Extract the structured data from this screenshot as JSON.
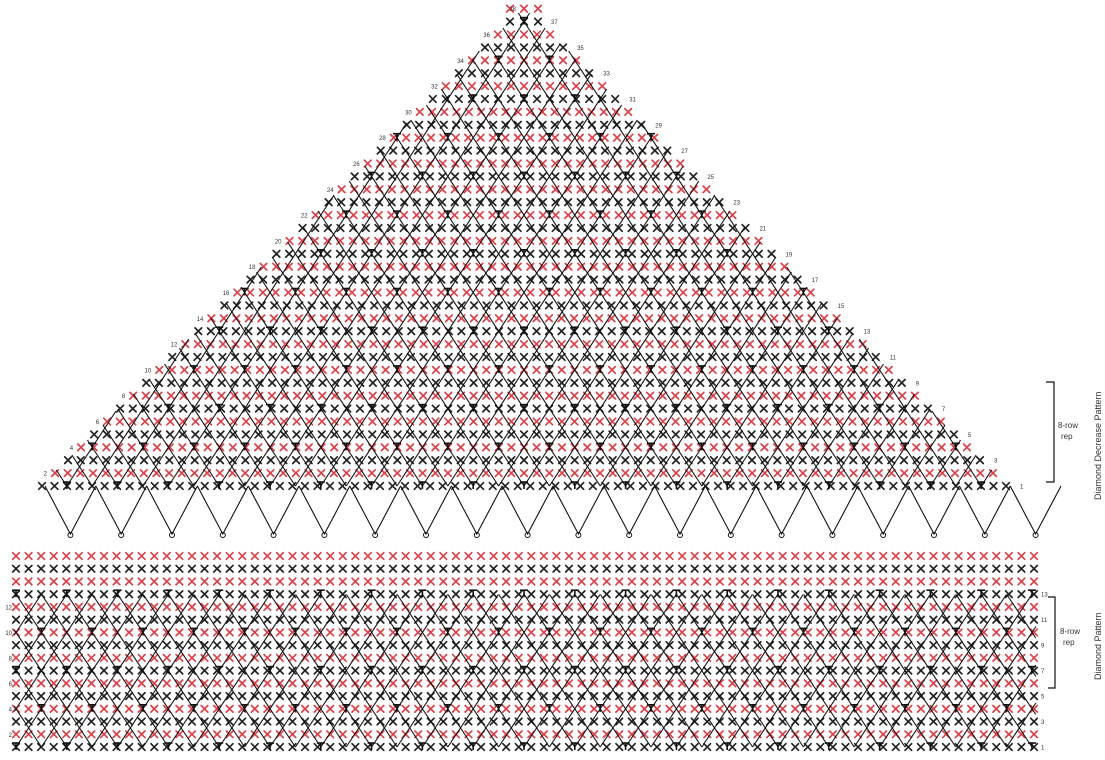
{
  "colors": {
    "red_stitch": "#d9424a",
    "black_stitch": "#222222",
    "lines": "#111111",
    "labels": "#333333",
    "background": "#ffffff"
  },
  "icons": {
    "stitch_symbol": "cross-x",
    "post_symbol": "tee"
  },
  "decrease_pattern": {
    "side_label": "Diamond Decrease Pattern",
    "repeat_label_line1": "8-row",
    "repeat_label_line2": "rep",
    "right_row_numbers": [
      "1",
      "3",
      "5",
      "7",
      "9",
      "11",
      "13",
      "15",
      "17",
      "19",
      "21",
      "23",
      "25",
      "27",
      "29",
      "31",
      "33",
      "35",
      "37"
    ],
    "left_row_numbers": [
      "2",
      "4",
      "6",
      "8",
      "10",
      "12",
      "14",
      "16",
      "18",
      "20",
      "22",
      "24",
      "26",
      "28",
      "30",
      "32",
      "34",
      "36",
      "38"
    ]
  },
  "diamond_pattern": {
    "side_label": "Diamond Pattern",
    "repeat_label_line1": "8-row",
    "repeat_label_line2": "rep",
    "right_row_numbers": [
      "1",
      "3",
      "5",
      "7",
      "9",
      "11",
      "13"
    ],
    "left_row_numbers": [
      "2",
      "4",
      "6",
      "8",
      "10",
      "12"
    ]
  }
}
